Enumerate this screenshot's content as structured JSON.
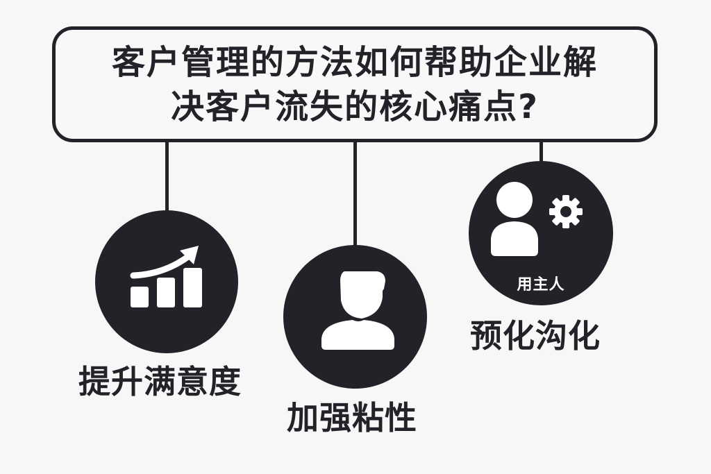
{
  "title": {
    "line1": "客户管理的方法如何帮助企业解",
    "line2": "决客户流失的核心痛点?"
  },
  "nodes": [
    {
      "id": "satisfaction",
      "icon": "bar-chart-growth-icon",
      "label": "提升满意度"
    },
    {
      "id": "stickiness",
      "icon": "user-icon",
      "label": "加强粘性"
    },
    {
      "id": "communication",
      "icon": "user-gear-icon",
      "inner_caption": "用主人",
      "label": "预化沟化"
    }
  ],
  "colors": {
    "background": "#f7f7f7",
    "dark": "#222328",
    "icon_fill": "#ffffff"
  }
}
